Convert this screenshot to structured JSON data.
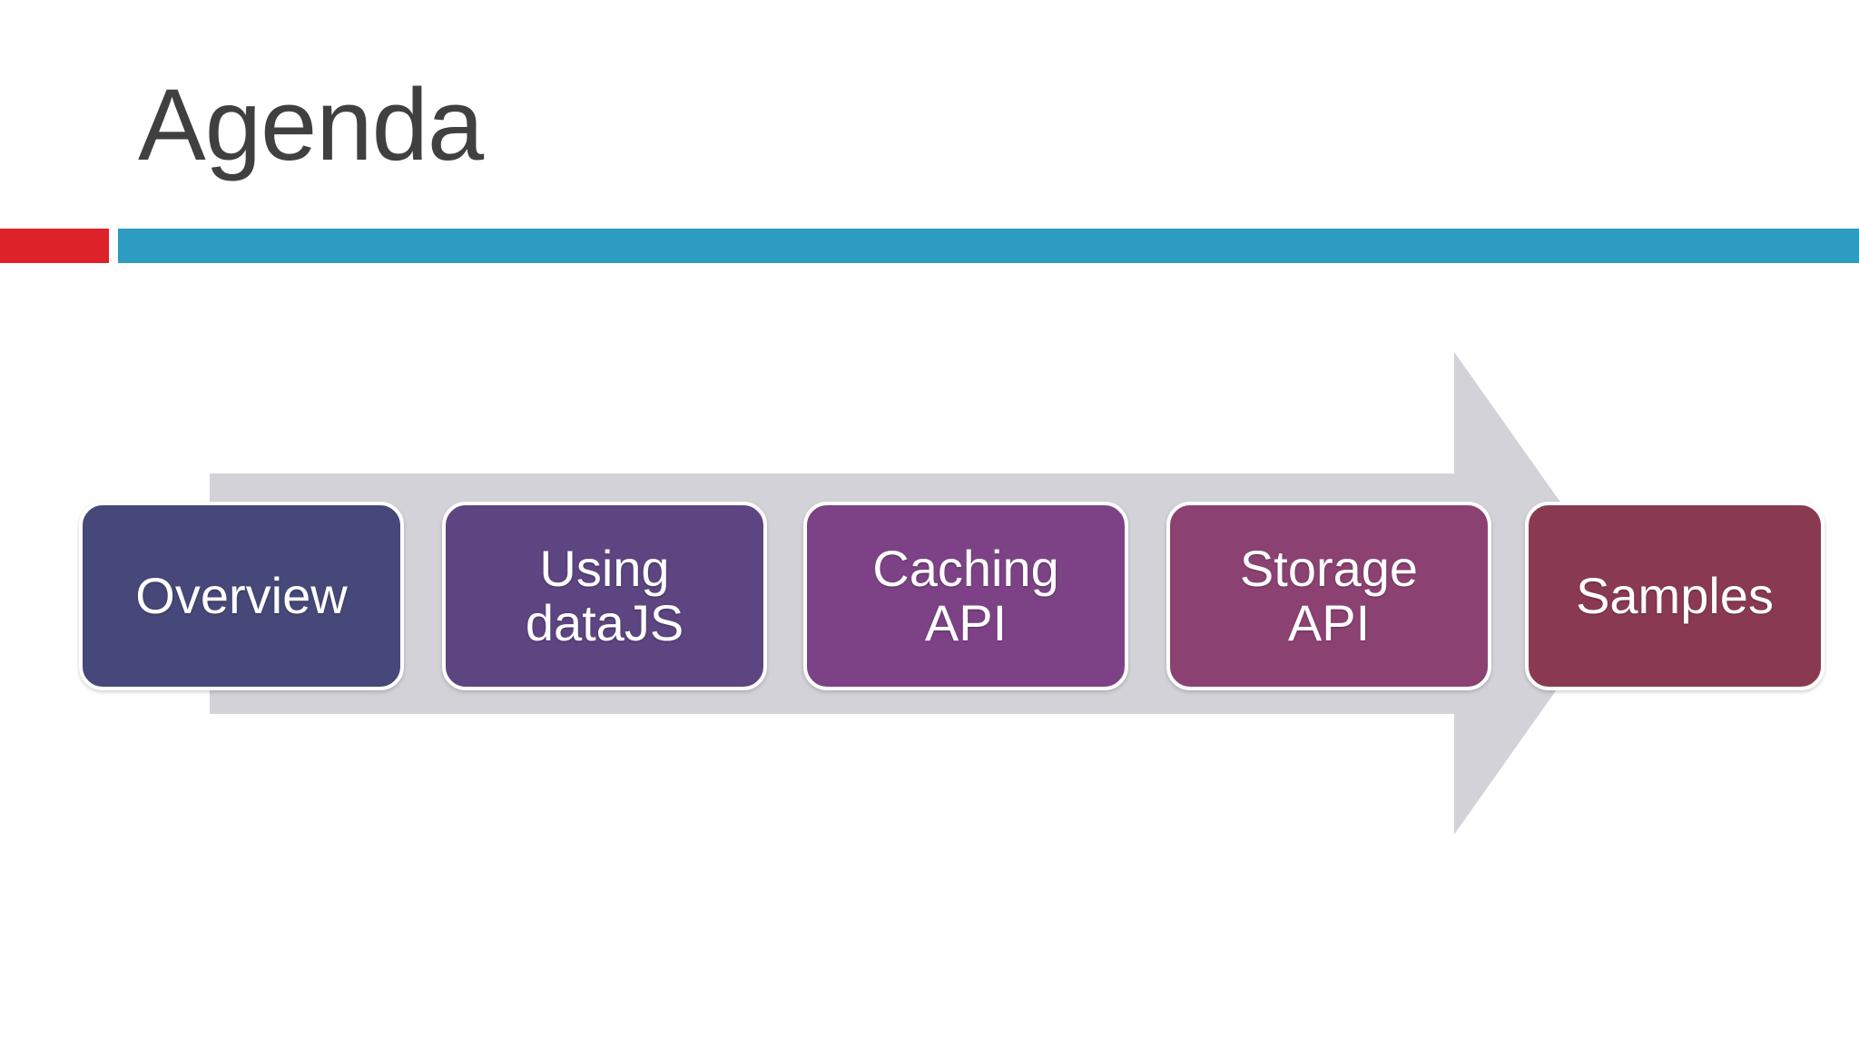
{
  "slide": {
    "title": "Agenda",
    "title_color": "#404040",
    "background": "#ffffff"
  },
  "header_rules": {
    "accent_red": "#DD2229",
    "accent_blue": "#2C9CC0"
  },
  "arrow": {
    "name": "process-arrow",
    "fill": "#D2D2D8",
    "direction": "right"
  },
  "process": {
    "steps": [
      {
        "label": "Overview",
        "color": "#454878"
      },
      {
        "label": "Using\ndataJS",
        "color": "#5C4580"
      },
      {
        "label": "Caching\nAPI",
        "color": "#7D4286"
      },
      {
        "label": "Storage\nAPI",
        "color": "#8B4272"
      },
      {
        "label": "Samples",
        "color": "#8A3A50"
      }
    ]
  }
}
